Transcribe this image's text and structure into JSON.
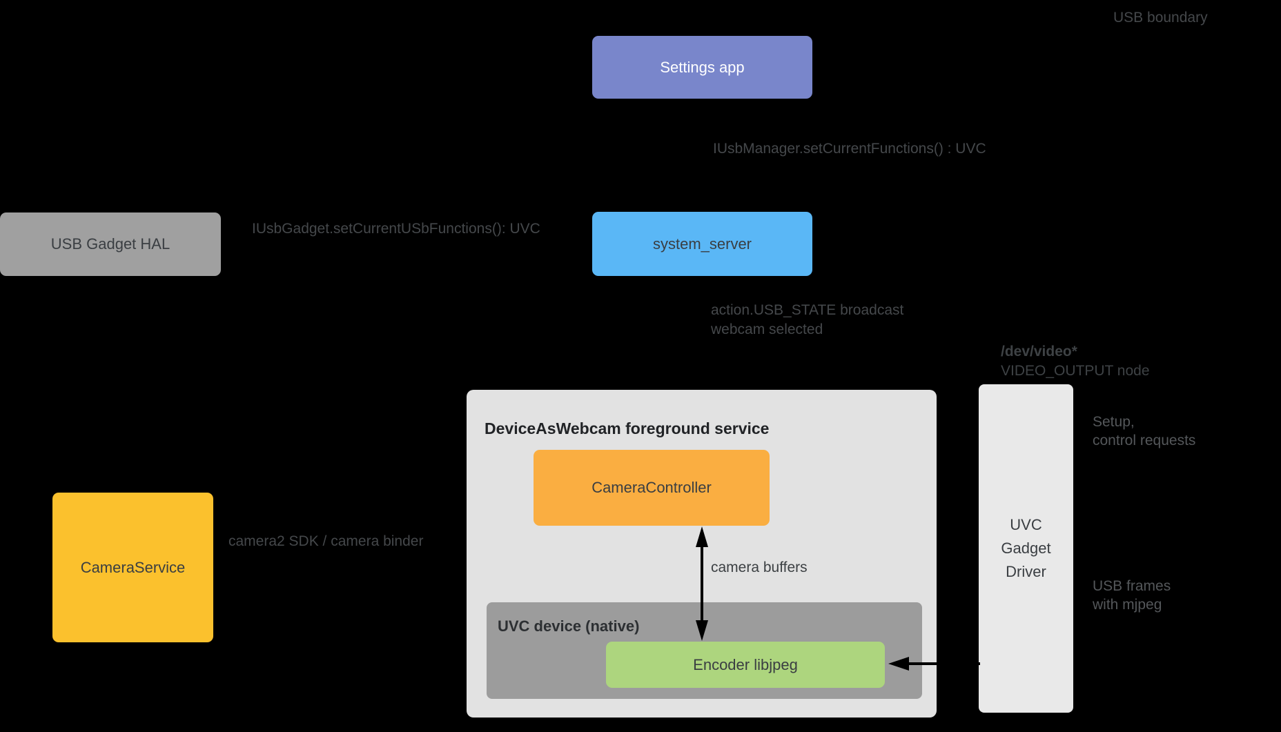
{
  "labels": {
    "usb_boundary": "USB boundary",
    "iusbmanager": "IUsbManager.setCurrentFunctions() : UVC",
    "iusbgadget": "IUsbGadget.setCurrentUSbFunctions(): UVC",
    "usb_state_line1": "action.USB_STATE broadcast",
    "usb_state_line2": "webcam selected",
    "devvideo_line1": "/dev/video*",
    "devvideo_line2": "VIDEO_OUTPUT node",
    "camera2_sdk": "camera2 SDK / camera binder",
    "camera_buffers": "camera buffers",
    "setup_line1": "Setup,",
    "setup_line2": "control requests",
    "usb_frames_line1": "USB frames",
    "usb_frames_line2": "with mjpeg"
  },
  "nodes": {
    "settings_app": {
      "label": "Settings app",
      "color": "#7986CB"
    },
    "usb_gadget_hal": {
      "label": "USB Gadget HAL",
      "color": "#A0A0A0"
    },
    "system_server": {
      "label": "system_server",
      "color": "#5AB7F6"
    },
    "camera_service": {
      "label": "CameraService",
      "color": "#FBC12D"
    },
    "daw_container": {
      "label": "DeviceAsWebcam foreground service",
      "color": "#E2E2E2"
    },
    "camera_controller": {
      "label": "CameraController",
      "color": "#FAAE41"
    },
    "uvc_device": {
      "label": "UVC device (native)",
      "color": "#9C9C9C"
    },
    "encoder": {
      "label": "Encoder libjpeg",
      "color": "#ADD57E"
    },
    "uvc_gadget_driver": {
      "line1": "UVC",
      "line2": "Gadget",
      "line3": "Driver",
      "color": "#E9E9E9"
    }
  },
  "colors": {
    "background": "#000000",
    "arrow": "#000000",
    "box_text_dark": "#3A3E42",
    "label_gray": "#45484B"
  }
}
